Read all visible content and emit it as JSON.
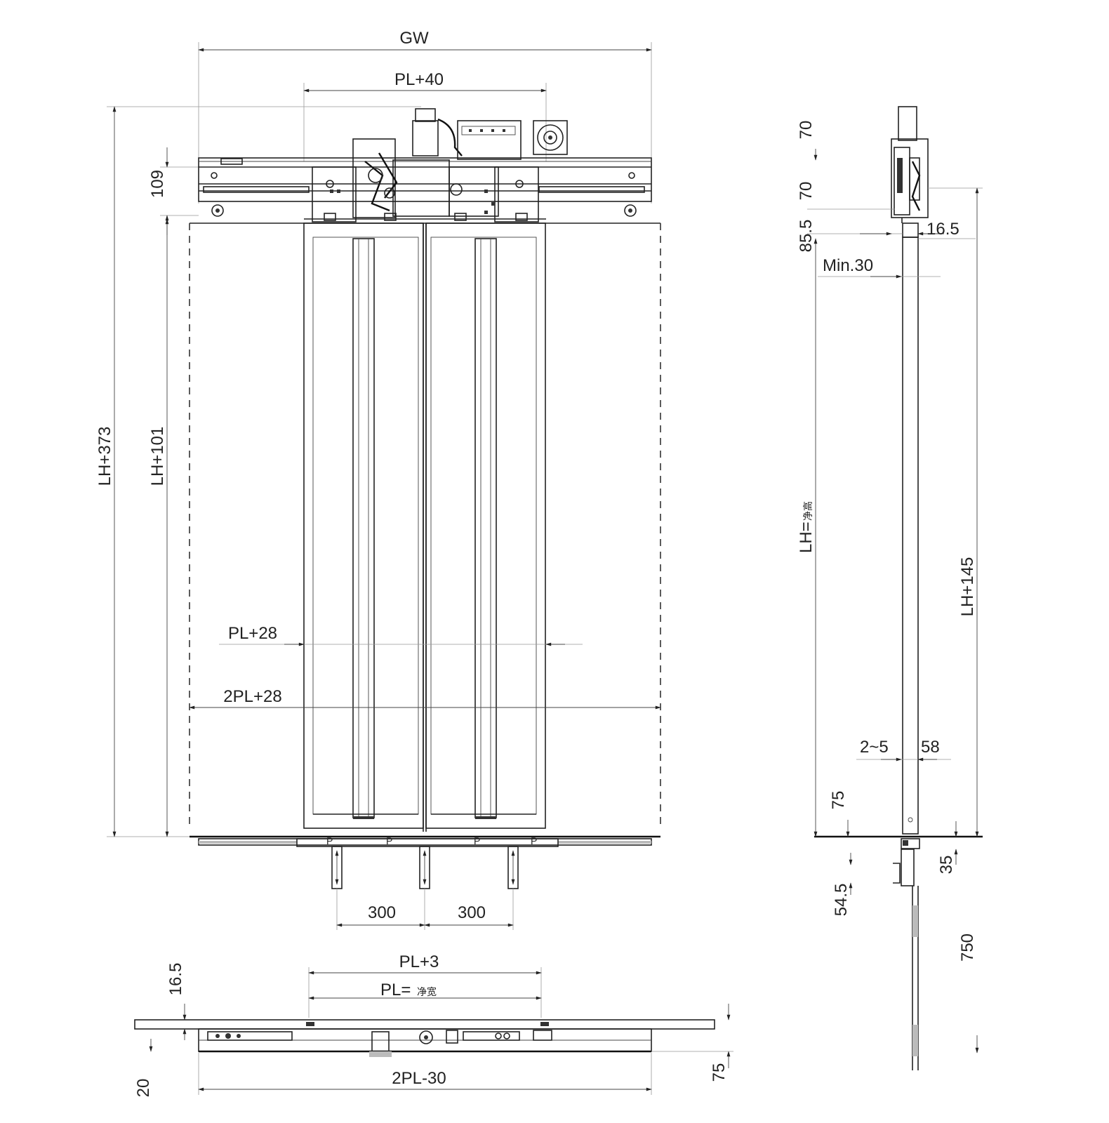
{
  "labels": {
    "gw": "GW",
    "pl_plus_40": "PL+40",
    "dim_109": "109",
    "lh_plus_373": "LH+373",
    "lh_plus_101": "LH+101",
    "pl_plus_28": "PL+28",
    "two_pl_plus_28": "2PL+28",
    "dim_300_left": "300",
    "dim_300_right": "300",
    "pl_plus_3": "PL+3",
    "pl_clear_prefix": "PL=",
    "pl_clear_suffix": "净宽",
    "dim_16_5_bottom": "16.5",
    "dim_20": "20",
    "dim_75_bottom": "75",
    "two_pl_minus_30": "2PL-30",
    "dim_70_top": "70",
    "dim_70_mid": "70",
    "dim_85_5": "85.5",
    "dim_16_5_side": "16.5",
    "min_30": "Min.30",
    "lh_clear_prefix": "LH=",
    "lh_clear_suffix": "净高",
    "lh_plus_145": "LH+145",
    "dim_2_5": "2~5",
    "dim_58": "58",
    "dim_75_side": "75",
    "dim_35": "35",
    "dim_54_5": "54.5",
    "dim_750": "750"
  }
}
